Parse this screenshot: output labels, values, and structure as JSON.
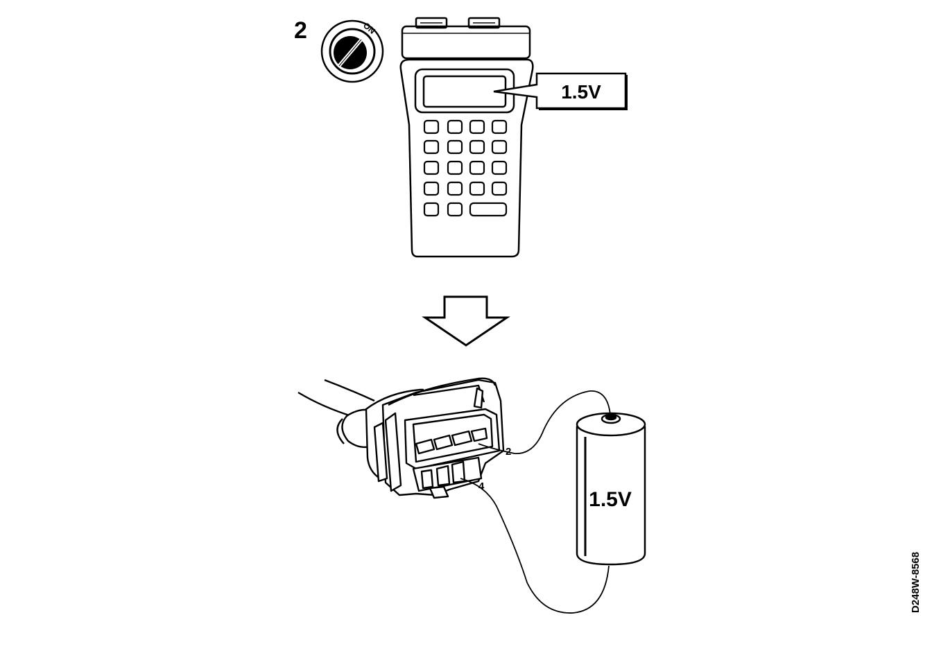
{
  "step_number": "2",
  "ignition_switch": {
    "position_label": "ON",
    "icon": "ignition-key-icon"
  },
  "diagnostic_tool": {
    "display_reading": "1.5V",
    "icon": "handheld-tester-icon"
  },
  "arrow": {
    "direction": "down",
    "icon": "down-arrow-icon"
  },
  "connector": {
    "icon": "wiring-connector-icon",
    "pin_labels": [
      "2",
      "4"
    ]
  },
  "battery": {
    "label": "1.5V",
    "icon": "battery-cell-icon"
  },
  "figure_code": "D248W-8568",
  "colors": {
    "ink": "#000000",
    "paper": "#ffffff"
  }
}
